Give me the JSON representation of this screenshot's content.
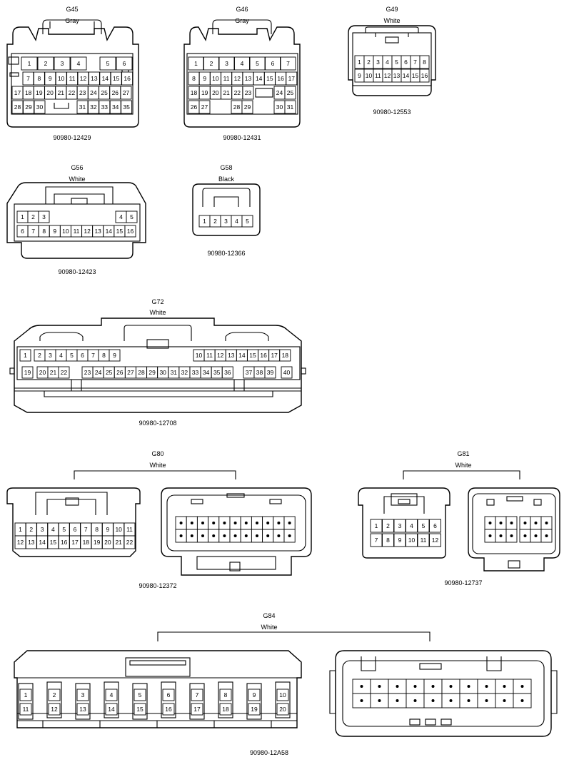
{
  "connectors": {
    "g45": {
      "id": "G45",
      "color": "Gray",
      "part": "90980-12429",
      "pins": [
        "1",
        "2",
        "3",
        "4",
        "5",
        "6",
        "7",
        "8",
        "9",
        "10",
        "11",
        "12",
        "13",
        "14",
        "15",
        "16",
        "17",
        "18",
        "19",
        "20",
        "21",
        "22",
        "23",
        "24",
        "25",
        "26",
        "27",
        "28",
        "29",
        "30",
        "31",
        "32",
        "33",
        "34",
        "35"
      ]
    },
    "g46": {
      "id": "G46",
      "color": "Gray",
      "part": "90980-12431",
      "pins": [
        "1",
        "2",
        "3",
        "4",
        "5",
        "6",
        "7",
        "8",
        "9",
        "10",
        "11",
        "12",
        "13",
        "14",
        "15",
        "16",
        "17",
        "18",
        "19",
        "20",
        "21",
        "22",
        "23",
        "24",
        "25",
        "26",
        "27",
        "28",
        "29",
        "30",
        "31"
      ]
    },
    "g49": {
      "id": "G49",
      "color": "White",
      "part": "90980-12553",
      "pins": [
        "1",
        "2",
        "3",
        "4",
        "5",
        "6",
        "7",
        "8",
        "9",
        "10",
        "11",
        "12",
        "13",
        "14",
        "15",
        "16"
      ]
    },
    "g56": {
      "id": "G56",
      "color": "White",
      "part": "90980-12423",
      "pins": [
        "1",
        "2",
        "3",
        "4",
        "5",
        "6",
        "7",
        "8",
        "9",
        "10",
        "11",
        "12",
        "13",
        "14",
        "15",
        "16"
      ]
    },
    "g58": {
      "id": "G58",
      "color": "Black",
      "part": "90980-12366",
      "pins": [
        "1",
        "2",
        "3",
        "4",
        "5"
      ]
    },
    "g72": {
      "id": "G72",
      "color": "White",
      "part": "90980-12708",
      "pins": [
        "1",
        "2",
        "3",
        "4",
        "5",
        "6",
        "7",
        "8",
        "9",
        "10",
        "11",
        "12",
        "13",
        "14",
        "15",
        "16",
        "17",
        "18",
        "19",
        "20",
        "21",
        "22",
        "23",
        "24",
        "25",
        "26",
        "27",
        "28",
        "29",
        "30",
        "31",
        "32",
        "33",
        "34",
        "35",
        "36",
        "37",
        "38",
        "39",
        "40"
      ]
    },
    "g80": {
      "id": "G80",
      "color": "White",
      "part": "90980-12372",
      "pins": [
        "1",
        "2",
        "3",
        "4",
        "5",
        "6",
        "7",
        "8",
        "9",
        "10",
        "11",
        "12",
        "13",
        "14",
        "15",
        "16",
        "17",
        "18",
        "19",
        "20",
        "21",
        "22"
      ]
    },
    "g81": {
      "id": "G81",
      "color": "White",
      "part": "90980-12737",
      "pins": [
        "1",
        "2",
        "3",
        "4",
        "5",
        "6",
        "7",
        "8",
        "9",
        "10",
        "11",
        "12"
      ]
    },
    "g84": {
      "id": "G84",
      "color": "White",
      "part": "90980-12A58",
      "pins": [
        "1",
        "2",
        "3",
        "4",
        "5",
        "6",
        "7",
        "8",
        "9",
        "10",
        "11",
        "12",
        "13",
        "14",
        "15",
        "16",
        "17",
        "18",
        "19",
        "20"
      ]
    }
  }
}
